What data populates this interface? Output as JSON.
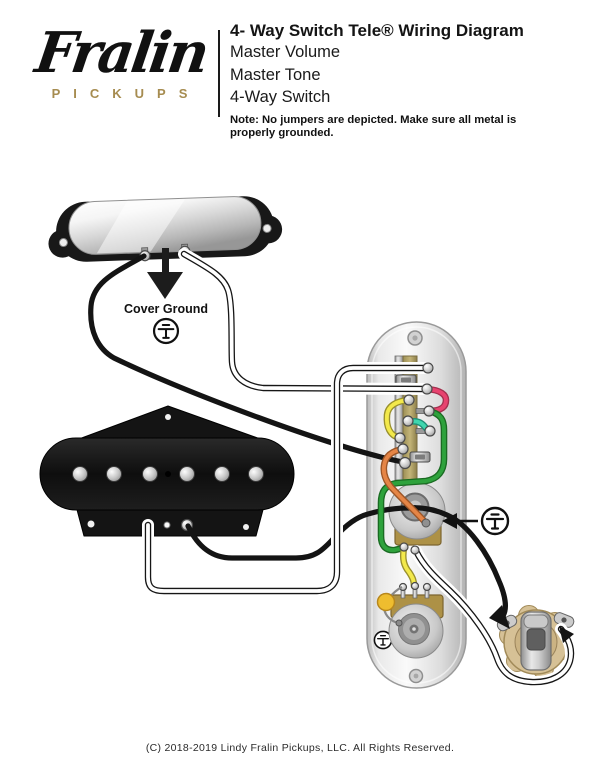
{
  "header": {
    "logo_text": "Fralin",
    "logo_subtext": "PICKUPS",
    "title": "4- Way Switch Tele® Wiring Diagram",
    "subtitle_lines": [
      "Master Volume",
      "Master Tone",
      "4-Way Switch"
    ],
    "note_lines": [
      "Note: No jumpers are depicted. Make sure all metal is",
      "properly grounded."
    ]
  },
  "diagram": {
    "labels": {
      "cover_ground": "Cover Ground"
    },
    "colors": {
      "wire_pink": "#e8436f",
      "wire_green": "#2ea23c",
      "wire_teal": "#3fd6ae",
      "wire_yellow": "#f3e94b",
      "wire_orange": "#e58546",
      "wire_black": "#141414",
      "wire_white": "#ffffff",
      "brand_gold": "#a68c50"
    },
    "components": [
      "neck-pickup",
      "bridge-pickup",
      "control-plate",
      "4-way-switch",
      "volume-pot",
      "tone-pot",
      "tone-capacitor",
      "output-jack",
      "cover-ground-symbol",
      "volume-ground-symbol",
      "tone-ground-symbol"
    ],
    "wires": [
      {
        "id": "neck-hot",
        "color": "white",
        "from": "neck-pickup",
        "to": "switch-lug-r2"
      },
      {
        "id": "neck-ground",
        "color": "black",
        "from": "neck-pickup",
        "to": "switch-bottom-left-lug"
      },
      {
        "id": "bridge-hot",
        "color": "white",
        "from": "bridge-pickup",
        "to": "switch-top-right-lug"
      },
      {
        "id": "bridge-ground",
        "color": "black",
        "from": "bridge-pickup",
        "to": "volume-pot-casing"
      },
      {
        "id": "jumper-pink",
        "color": "#e8436f",
        "from": "switch-lug-r2",
        "to": "switch-lug-r3"
      },
      {
        "id": "jumper-yellow",
        "color": "#f3e94b",
        "from": "switch-lug-l1",
        "to": "switch-lug-l3"
      },
      {
        "id": "jumper-teal",
        "color": "#3fd6ae",
        "from": "switch-lug-l2",
        "to": "switch-lug-r4"
      },
      {
        "id": "switch-output-green",
        "color": "#2ea23c",
        "from": "switch-lug-r3",
        "to": "volume-pot-input-lug"
      },
      {
        "id": "switch-orange",
        "color": "#e58546",
        "from": "switch-lug-l4",
        "to": "volume-pot-right-lug"
      },
      {
        "id": "volume-to-tone-yellow",
        "color": "#f3e94b",
        "from": "volume-pot-input-lug",
        "to": "tone-pot-middle-lug"
      },
      {
        "id": "output-hot-white",
        "color": "white",
        "from": "volume-pot-middle-lug",
        "to": "output-jack-tip-lug"
      },
      {
        "id": "ground-to-jack-black",
        "color": "black",
        "from": "volume-pot-casing",
        "to": "output-jack-sleeve-lug"
      }
    ]
  },
  "footer": {
    "copyright": "(C) 2018-2019 Lindy Fralin Pickups, LLC. All Rights Reserved."
  }
}
